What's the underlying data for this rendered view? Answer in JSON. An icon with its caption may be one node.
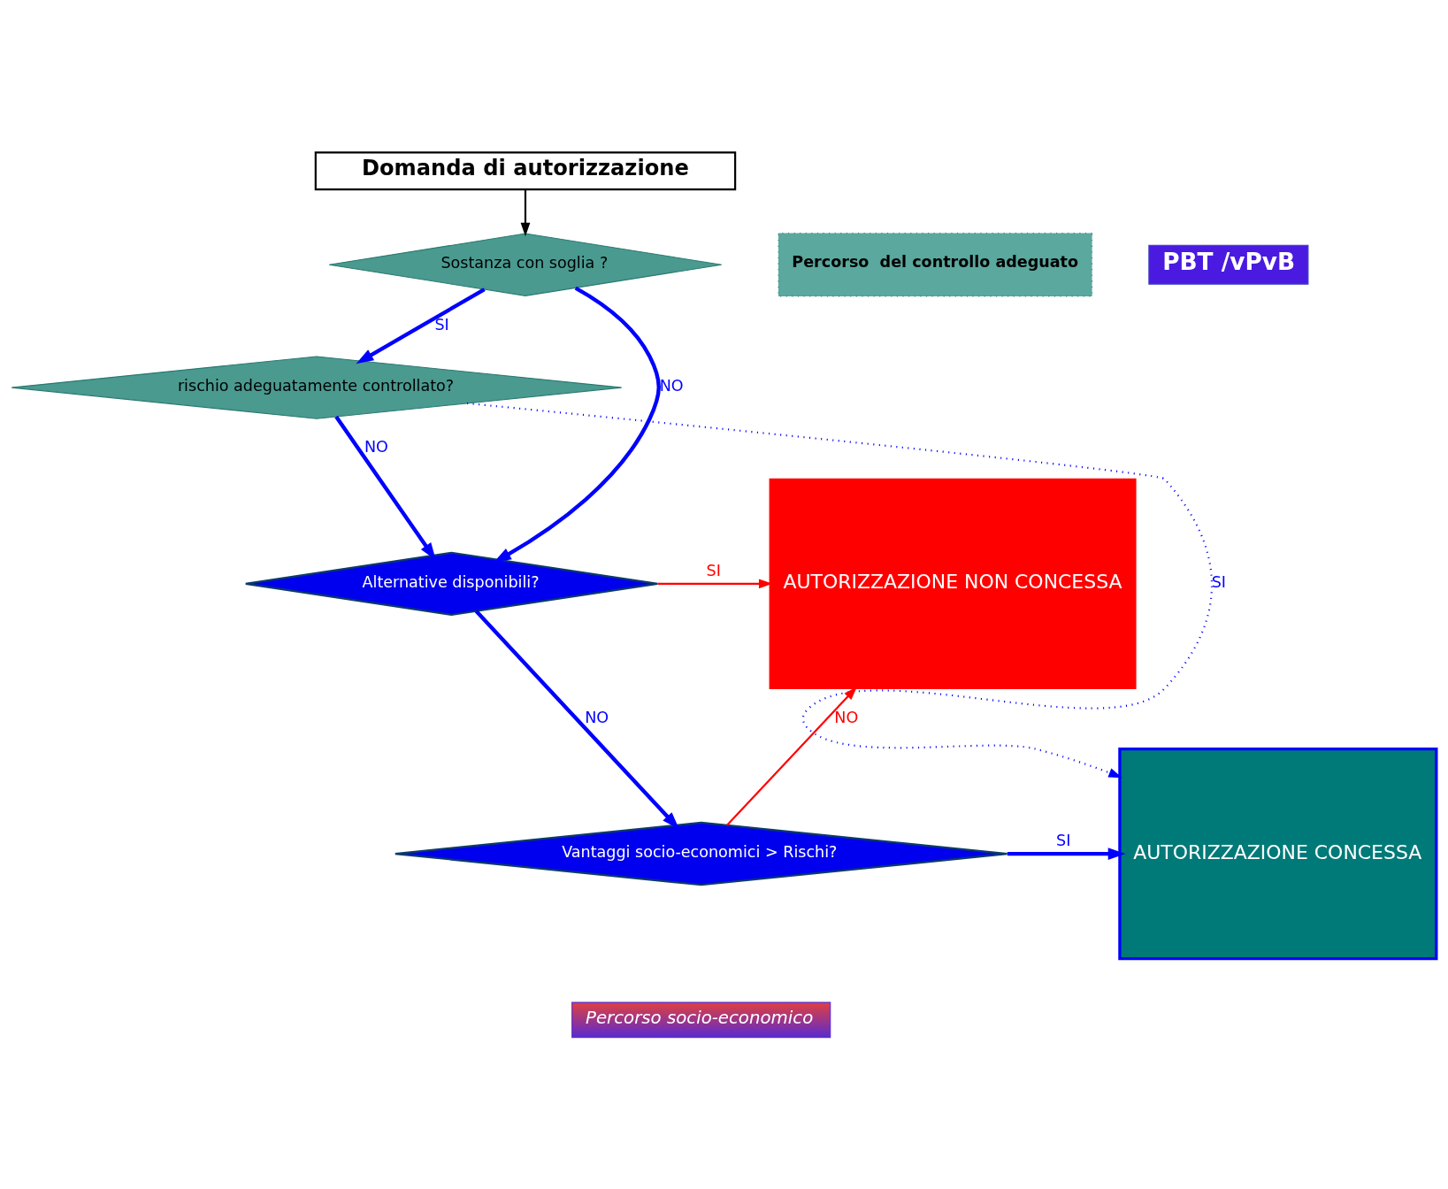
{
  "diagram": {
    "nodes": [
      {
        "text": [
          "Domanda di autorizzazione"
        ]
      },
      {
        "text": [
          "Sostanza con soglia ?"
        ]
      },
      {
        "text": [
          "rischio adeguatamente controllato?"
        ]
      },
      {
        "text": [
          "Alternative disponibili?"
        ]
      },
      {
        "text": [
          "Vantaggi socio-economici > Rischi?"
        ]
      },
      {
        "text": [
          "AUTORIZZAZIONE CONCESSA"
        ]
      },
      {
        "text": [
          "AUTORIZZAZIONE NON CONCESSA"
        ]
      },
      {
        "text": [
          "Percorso  del controllo adeguato"
        ]
      },
      {
        "text": [
          "Percorso socio-economico"
        ]
      },
      {
        "text": [
          "PBT /vPvB"
        ]
      }
    ],
    "edges": [
      {
        "from": 0,
        "to": 1,
        "arrow": "to",
        "color": "#000000"
      },
      {
        "from": 1,
        "to": 2,
        "arrow": "to",
        "label": "SI"
      },
      {
        "from": 1,
        "to": 3,
        "arrow": "to",
        "label": "NO"
      },
      {
        "from": 2,
        "to": 5,
        "arrow": "to",
        "label": "SI",
        "style": "dashed"
      },
      {
        "from": 2,
        "to": 3,
        "arrow": "to",
        "label": "NO"
      },
      {
        "from": 3,
        "to": 6,
        "arrow": "to",
        "label": "SI",
        "color": "#ff0000"
      },
      {
        "from": 3,
        "to": 4,
        "arrow": "to",
        "label": "NO"
      },
      {
        "from": 4,
        "to": 5,
        "arrow": "to",
        "label": "SI"
      },
      {
        "from": 4,
        "to": 6,
        "arrow": "to",
        "label": "NO",
        "color": "#ff0000"
      }
    ]
  }
}
